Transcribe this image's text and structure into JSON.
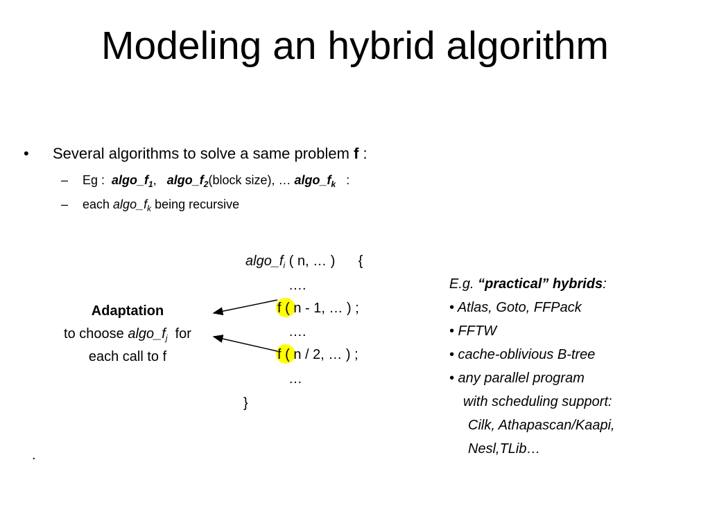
{
  "title": "Modeling an hybrid algorithm",
  "bullet": {
    "marker": "•",
    "text": "Several algorithms to solve a same problem ",
    "emph": "f",
    "tail": " :"
  },
  "sub1": {
    "dash": "–",
    "prefix": "Eg :  ",
    "a1": "algo_f",
    "a1_sub": "1",
    "sep1": ",   ",
    "a2": "algo_f",
    "a2_sub": "2",
    "mid": "(block size), … ",
    "a3": "algo_f",
    "a3_sub": "k",
    "tail": "   :"
  },
  "sub2": {
    "dash": "–",
    "prefix": "each ",
    "a": "algo_f",
    "a_sub": "k",
    "tail": " being recursive"
  },
  "code": {
    "sig_name": "algo_f",
    "sig_sub": "i",
    "sig_args": " ( n, … )      {",
    "l1": "….",
    "l2": "f ( n - 1, … ) ;",
    "l3": "….",
    "l4": "f ( n / 2, … ) ;",
    "l5": "…",
    "end": "}"
  },
  "adaptation": {
    "heading": "Adaptation",
    "line2_pre": "to choose ",
    "line2_algo": "algo_f",
    "line2_sub": "j",
    "line2_post": "  for",
    "line3": "each call to f"
  },
  "examples": {
    "intro": "E.g. ",
    "intro_bold": "“practical” hybrids",
    "intro_tail": ":",
    "items": [
      "• Atlas, Goto, FFPack",
      "• FFTW",
      "• cache-oblivious B-tree",
      "• any parallel program"
    ],
    "cont1": "with scheduling support:",
    "cont2": "Cilk, Athapascan/Kaapi,",
    "cont3": "Nesl,TLib…"
  },
  "stray_period": ".",
  "colors": {
    "highlight": "#ffff00",
    "text": "#000000",
    "background": "#ffffff"
  }
}
